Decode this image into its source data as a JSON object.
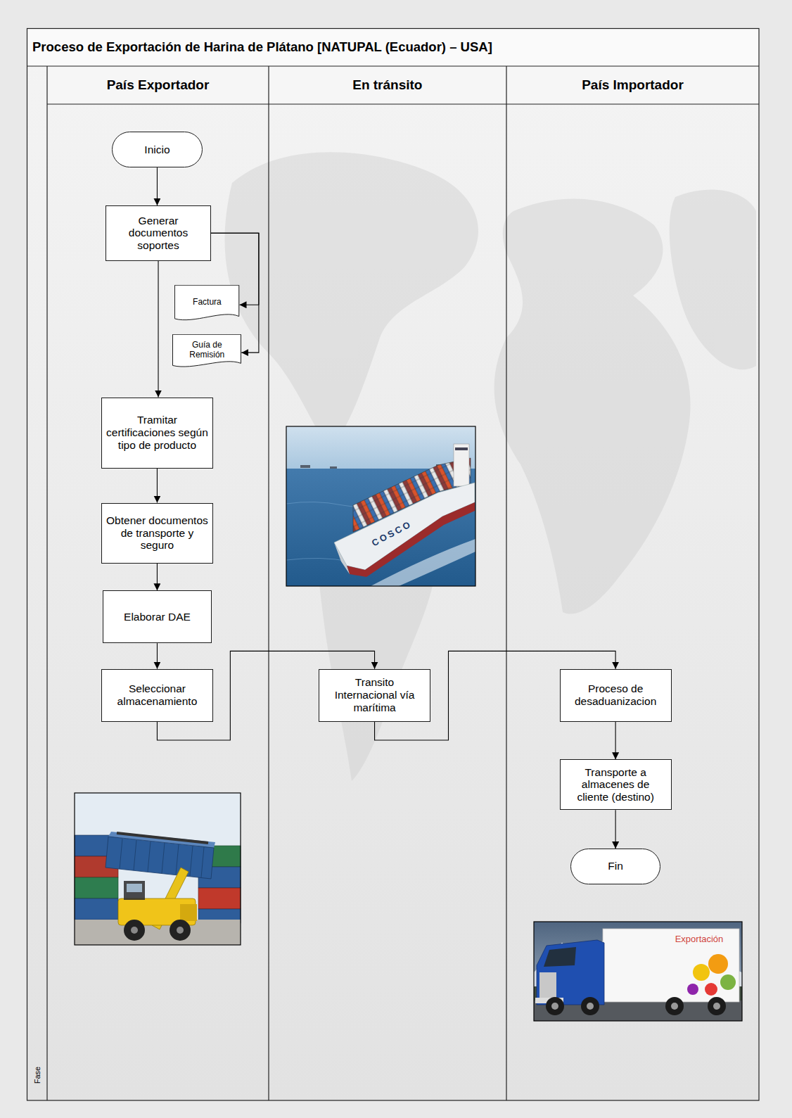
{
  "diagram": {
    "title": "Proceso de Exportación de Harina de Plátano [NATUPAL (Ecuador) – USA]",
    "nodes": [
      {
        "text": [
          "País Exportador"
        ]
      },
      {
        "text": [
          "En tránsito"
        ]
      },
      {
        "text": [
          "País Importador"
        ]
      },
      {
        "text": [
          "Inicio"
        ],
        "in": 0
      },
      {
        "text": [
          "Generar documentos soportes"
        ],
        "in": 0
      },
      {
        "text": [
          "Factura"
        ],
        "in": 0
      },
      {
        "text": [
          "Guía de Remisión"
        ],
        "in": 0
      },
      {
        "text": [
          "Tramitar certificaciones según tipo de producto"
        ],
        "in": 0
      },
      {
        "text": [
          "Obtener documentos de transporte y seguro"
        ],
        "in": 0
      },
      {
        "text": [
          "Elaborar DAE"
        ],
        "in": 0
      },
      {
        "text": [
          "Seleccionar almacenamiento"
        ],
        "in": 0
      },
      {
        "text": [
          "Transito Internacional vía marítima"
        ],
        "in": 1
      },
      {
        "text": [
          "Proceso de desaduanizacion"
        ],
        "in": 2
      },
      {
        "text": [
          "Transporte a almacenes de cliente (destino)"
        ],
        "in": 2
      },
      {
        "text": [
          "Fin"
        ],
        "in": 2
      }
    ],
    "edges": [
      {
        "from": 3,
        "to": 4,
        "arrow": "to"
      },
      {
        "from": 4,
        "to": 5,
        "arrow": "to"
      },
      {
        "from": 4,
        "to": 6,
        "arrow": "to"
      },
      {
        "from": 4,
        "to": 7,
        "arrow": "to"
      },
      {
        "from": 7,
        "to": 8,
        "arrow": "to"
      },
      {
        "from": 8,
        "to": 9,
        "arrow": "to"
      },
      {
        "from": 9,
        "to": 10,
        "arrow": "to"
      },
      {
        "from": 10,
        "to": 11,
        "arrow": "to"
      },
      {
        "from": 11,
        "to": 12,
        "arrow": "to"
      },
      {
        "from": 12,
        "to": 13,
        "arrow": "to"
      },
      {
        "from": 13,
        "to": 14,
        "arrow": "to"
      }
    ],
    "labels": [
      "Fase",
      "COSCO",
      "Exportación"
    ]
  }
}
